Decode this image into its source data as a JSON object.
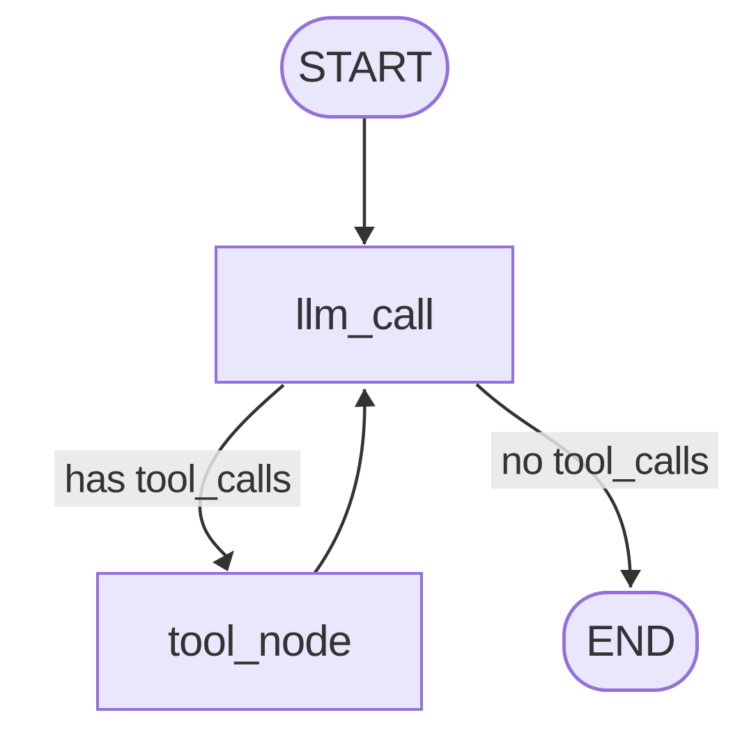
{
  "diagram": {
    "type": "flowchart",
    "direction": "top-down",
    "nodes": [
      {
        "id": "start",
        "label": "START",
        "shape": "stadium"
      },
      {
        "id": "llm_call",
        "label": "llm_call",
        "shape": "rectangle"
      },
      {
        "id": "tool_node",
        "label": "tool_node",
        "shape": "rectangle"
      },
      {
        "id": "end",
        "label": "END",
        "shape": "stadium"
      }
    ],
    "edges": [
      {
        "from": "start",
        "to": "llm_call",
        "label": ""
      },
      {
        "from": "llm_call",
        "to": "tool_node",
        "label": "has tool_calls"
      },
      {
        "from": "tool_node",
        "to": "llm_call",
        "label": ""
      },
      {
        "from": "llm_call",
        "to": "end",
        "label": "no tool_calls"
      }
    ],
    "colors": {
      "bg": "#FFFFFF",
      "node_fill": "#E9E7FB",
      "node_border": "#9370DB",
      "edge": "#333333",
      "label_bg": "#E8E8E8",
      "text": "#333333"
    }
  }
}
